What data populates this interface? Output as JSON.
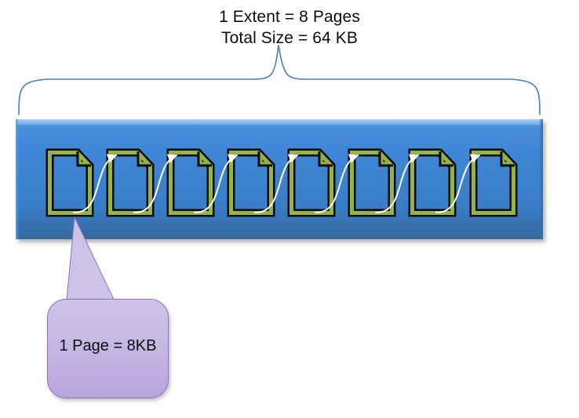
{
  "diagram": {
    "title_lines": [
      "1 Extent = 8 Pages",
      "Total Size = 64 KB"
    ],
    "callout": {
      "label": "1 Page = 8KB"
    },
    "extent": {
      "page_count": 8,
      "page_size": "8KB",
      "total_size": "64 KB",
      "pages": [
        {
          "index": 1,
          "name": "page-1"
        },
        {
          "index": 2,
          "name": "page-2"
        },
        {
          "index": 3,
          "name": "page-3"
        },
        {
          "index": 4,
          "name": "page-4"
        },
        {
          "index": 5,
          "name": "page-5"
        },
        {
          "index": 6,
          "name": "page-6"
        },
        {
          "index": 7,
          "name": "page-7"
        },
        {
          "index": 8,
          "name": "page-8"
        }
      ]
    },
    "colors": {
      "bar_top_highlight": "#8dbcee",
      "bar_body": "#3f86d6",
      "bar_bottom": "#35699f",
      "page_border_outer": "#0d0d0d",
      "page_fill_band": "#94b44b",
      "arrow": "#ffffff",
      "brace": "#4a7ebb",
      "callout_fill": "#c6b9e4",
      "callout_border": "#8d74b5",
      "text": "#0d0d0d",
      "background": "#ffffff"
    }
  }
}
